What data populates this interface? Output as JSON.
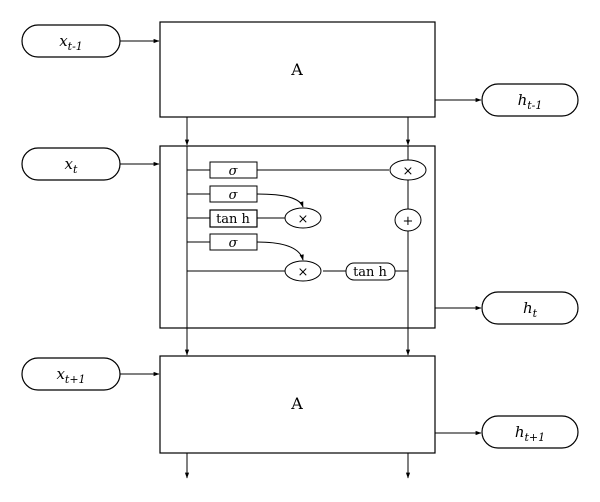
{
  "cells": {
    "top": {
      "label": "A"
    },
    "bottom": {
      "label": "A"
    }
  },
  "inputs": [
    {
      "base": "x",
      "sub": "t-1"
    },
    {
      "base": "x",
      "sub": "t"
    },
    {
      "base": "x",
      "sub": "t+1"
    }
  ],
  "outputs": [
    {
      "base": "h",
      "sub": "t-1"
    },
    {
      "base": "h",
      "sub": "t"
    },
    {
      "base": "h",
      "sub": "t+1"
    }
  ],
  "gates": {
    "sigma": "σ",
    "tanh": "tan h",
    "multiply": "×",
    "add": "+"
  }
}
